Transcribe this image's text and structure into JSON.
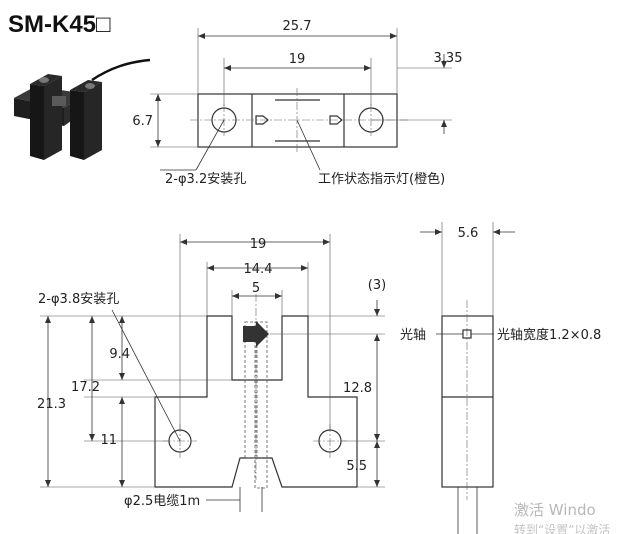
{
  "title": "SM-K45□",
  "top_view": {
    "dim_overall_width": "25.7",
    "dim_hole_pitch": "19",
    "dim_offset": "3.35",
    "dim_height": "6.7",
    "hole_label": "2-φ3.2安装孔",
    "indicator_label": "工作状态指示灯(橙色)"
  },
  "front_view": {
    "dim_width": "19",
    "dim_slot_outer": "14.4",
    "dim_slot": "5",
    "dim_top_offset": "(3)",
    "hole_label": "2-φ3.8安装孔",
    "dim_9_4": "9.4",
    "dim_17_2": "17.2",
    "dim_21_3": "21.3",
    "dim_11": "11",
    "dim_12_8": "12.8",
    "dim_5_5": "5.5",
    "cable_label": "φ2.5电缆1m"
  },
  "side_view": {
    "dim_width": "5.6",
    "optical_axis_label": "光轴",
    "axis_width_label": "光轴宽度1.2×0.8"
  },
  "watermark": {
    "line1": "激活 Windo",
    "line2": "转到“设置”以激活"
  }
}
